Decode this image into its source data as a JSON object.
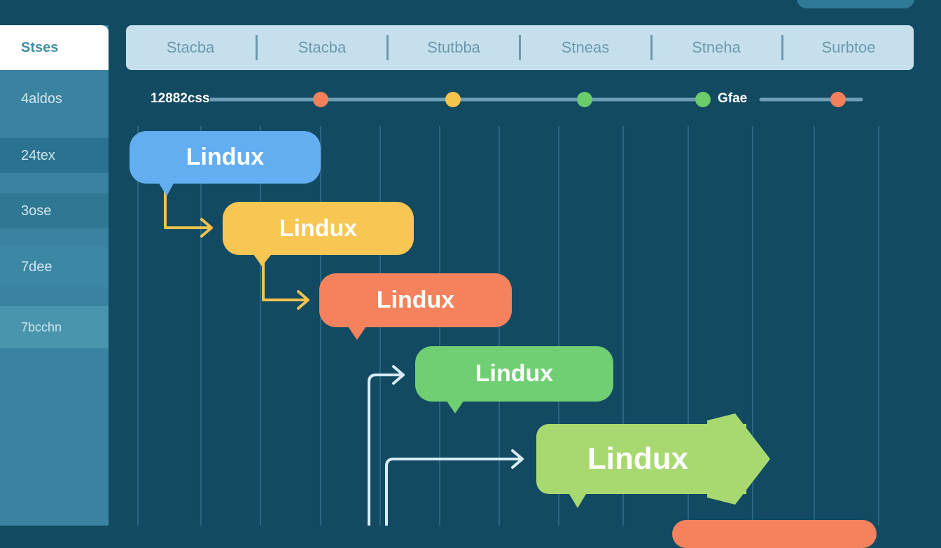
{
  "sidebar": {
    "items": [
      {
        "label": "Stses",
        "selected": true
      },
      {
        "label": "4aldos"
      },
      {
        "label": "24tex"
      },
      {
        "label": "3ose"
      },
      {
        "label": "7dee"
      },
      {
        "label": "7bcchn"
      }
    ]
  },
  "tabs": [
    {
      "label": "Stacba"
    },
    {
      "label": "Stacba"
    },
    {
      "label": "Stutbba"
    },
    {
      "label": "Stneas"
    },
    {
      "label": "Stneha"
    },
    {
      "label": "Surbtoe"
    }
  ],
  "timeline": {
    "start_label": "12882css",
    "mid_label": "Gfae",
    "marker_colors": [
      "#f2805a",
      "#f5c34e",
      "#6acc6a",
      "#6acc6a",
      "#f2805a"
    ]
  },
  "bubbles": [
    {
      "label": "Lindux",
      "color": "#62aef0"
    },
    {
      "label": "Lindux",
      "color": "#f7c653"
    },
    {
      "label": "Lindux",
      "color": "#f4825c"
    },
    {
      "label": "Lindux",
      "color": "#70cf72"
    },
    {
      "label": "Lindux",
      "color": "#a8d870"
    },
    {
      "label": "",
      "color": "#f4825c"
    }
  ]
}
